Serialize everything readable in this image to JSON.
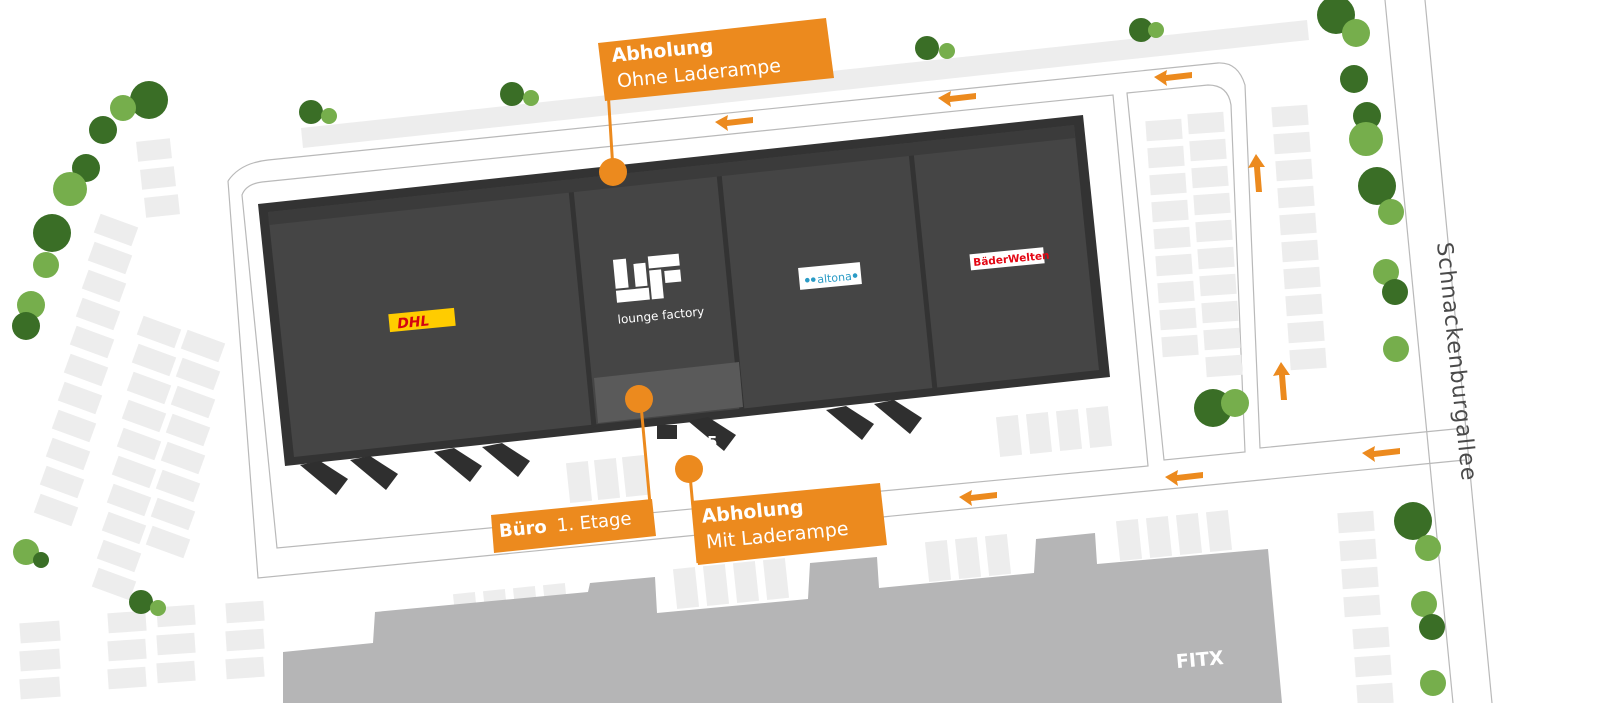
{
  "map": {
    "street_name": "Schnackenburgallee",
    "callouts": {
      "pickup_no_ramp": {
        "title": "Abholung",
        "subtitle": "Ohne Laderampe"
      },
      "office": {
        "title": "Büro",
        "subtitle": "1. Etage"
      },
      "pickup_ramp": {
        "title": "Abholung",
        "subtitle": "Mit Laderampe"
      }
    },
    "tenants": {
      "dhl": "DHL",
      "lounge_factory": "lounge factory",
      "altona": "altona",
      "baederwelten": "BäderWelten",
      "fitx": "FITX"
    },
    "gate_number": "5"
  },
  "colors": {
    "accent_orange": "#EC8A1E",
    "building_dark": "#454545",
    "building_outline": "#333333",
    "parking_gray": "#EDEDED",
    "neighbor_building": "#B5B5B6",
    "tree_dark": "#3A6E26",
    "tree_light": "#76AE4C",
    "dhl_yellow": "#FFCC00",
    "dhl_red": "#D40511",
    "baederwelten_red": "#E30613"
  }
}
